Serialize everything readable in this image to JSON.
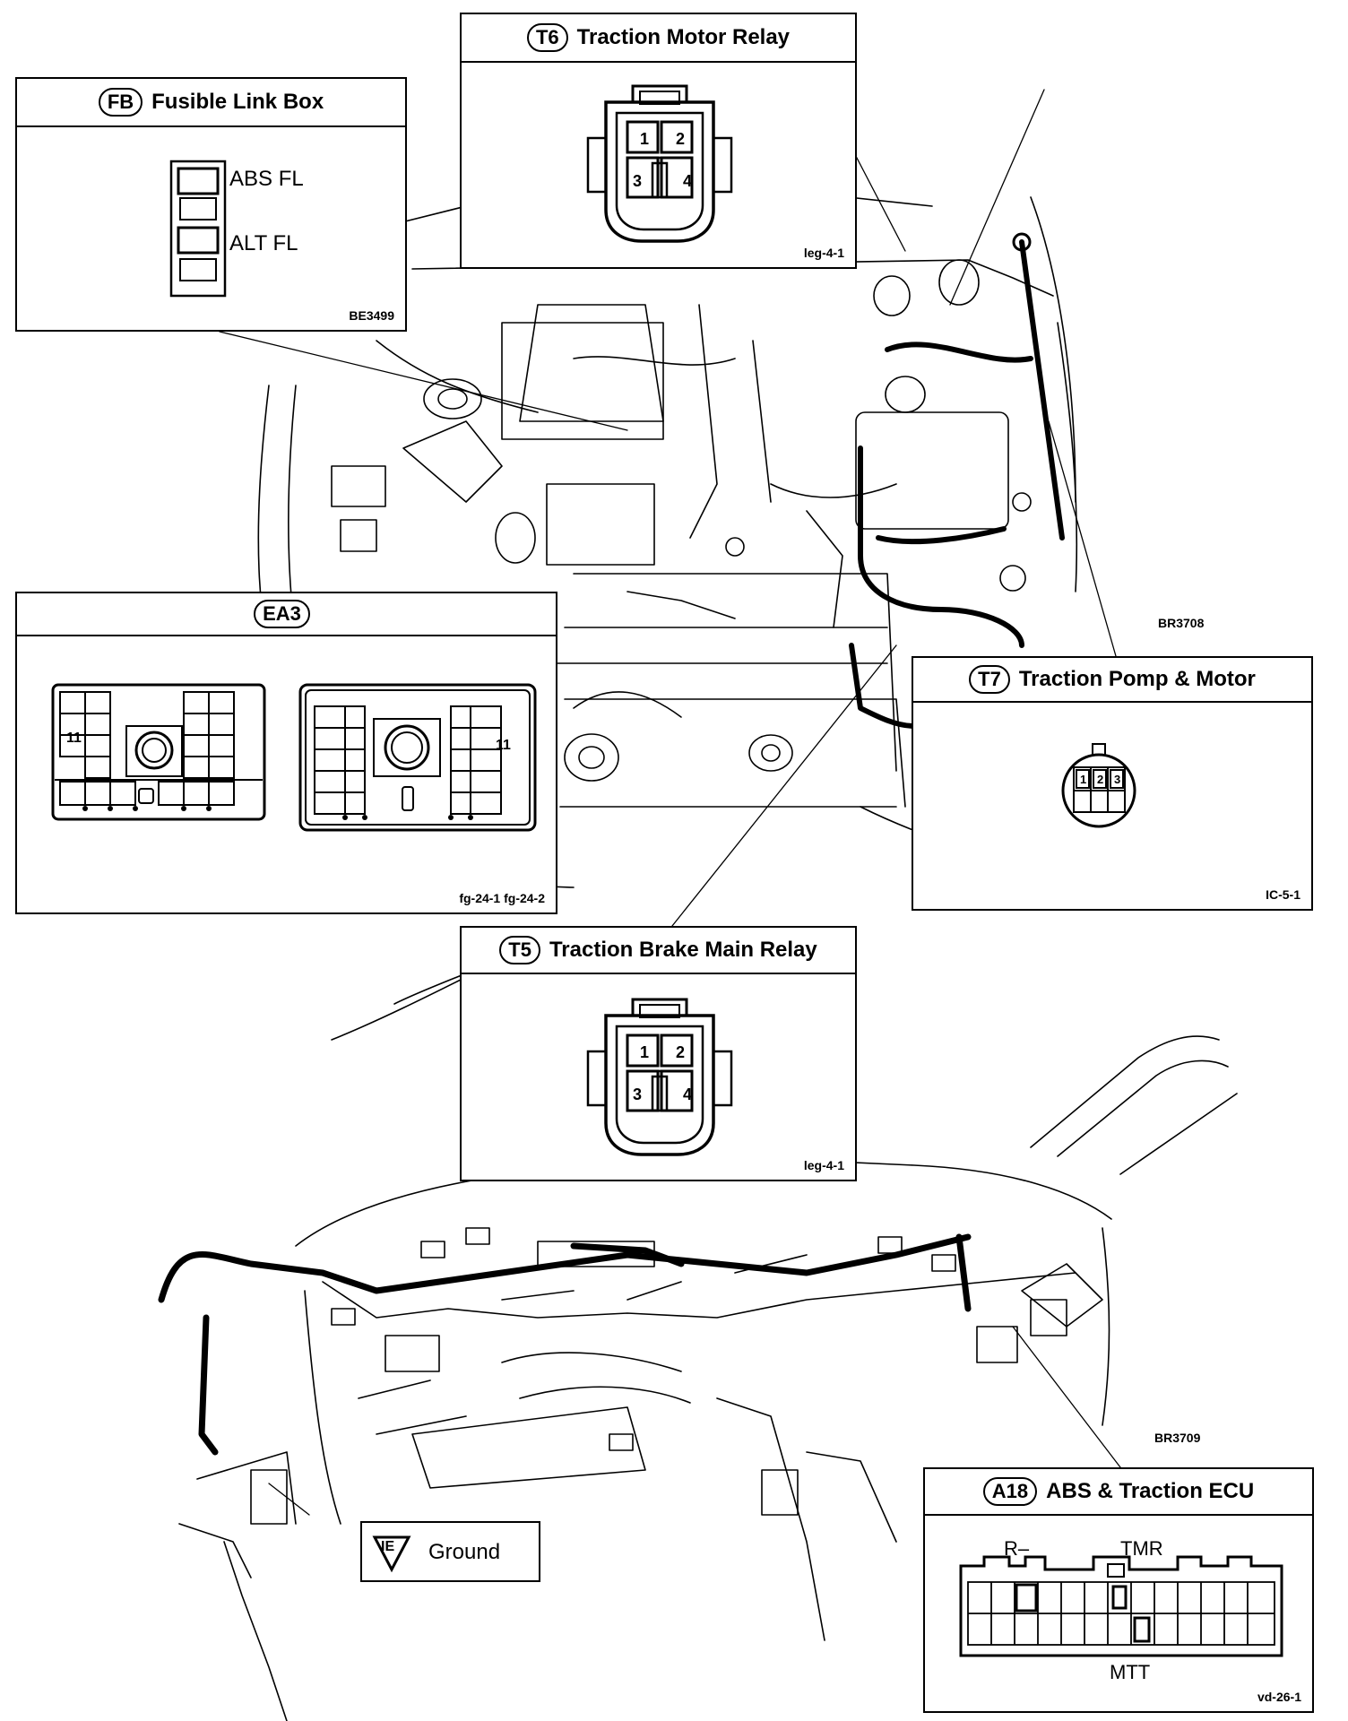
{
  "connectors": {
    "fb": {
      "code": "FB",
      "title": "Fusible Link Box",
      "ref": "BE3499",
      "labels": {
        "abs": "ABS FL",
        "alt": "ALT  FL"
      }
    },
    "t6": {
      "code": "T6",
      "title": "Traction Motor Relay",
      "ref": "leg-4-1",
      "pins": [
        "1",
        "2",
        "3",
        "4"
      ]
    },
    "ea3": {
      "code": "EA3",
      "title": "",
      "ref": "fg-24-1 fg-24-2",
      "pin_left": "11",
      "pin_right": "11"
    },
    "t7": {
      "code": "T7",
      "title": "Traction Pomp & Motor",
      "ref": "IC-5-1",
      "pins": [
        "1",
        "2",
        "3"
      ]
    },
    "t5": {
      "code": "T5",
      "title": "Traction Brake Main Relay",
      "ref": "leg-4-1",
      "pins": [
        "1",
        "2",
        "3",
        "4"
      ]
    },
    "a18": {
      "code": "A18",
      "title": "ABS & Traction ECU",
      "ref": "vd-26-1",
      "pins": {
        "r": "R–",
        "tmr": "TMR",
        "mtt": "MTT"
      }
    }
  },
  "ground": {
    "symbol": "IE",
    "label": "Ground"
  },
  "figure_refs": {
    "engine": "BR3708",
    "dash": "BR3709"
  }
}
